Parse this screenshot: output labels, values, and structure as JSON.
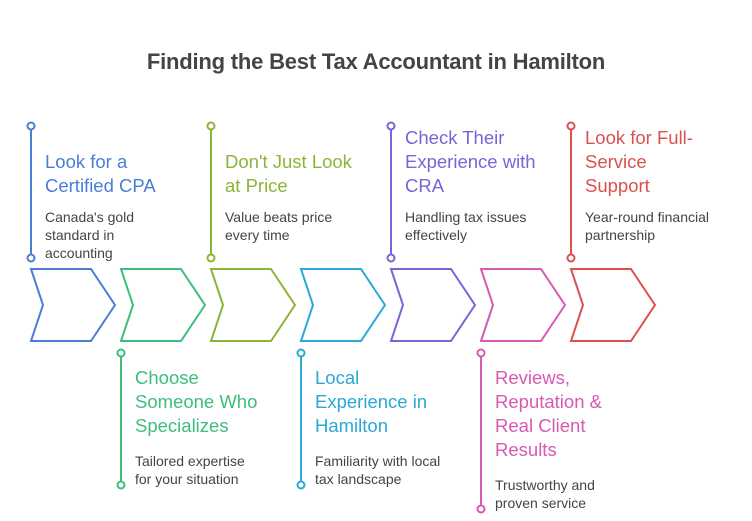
{
  "title": "Finding the Best Tax Accountant in Hamilton",
  "steps": [
    {
      "heading": "Look for a\nCertified CPA",
      "description": "Canada's gold\nstandard in\naccounting",
      "color": "#4A7ED6",
      "position": "top"
    },
    {
      "heading": "Choose\nSomeone Who\nSpecializes",
      "description": "Tailored expertise\nfor your situation",
      "color": "#3DBE7D",
      "position": "bottom"
    },
    {
      "heading": "Don't Just Look\nat Price",
      "description": "Value beats price\nevery time",
      "color": "#8DB43A",
      "position": "top"
    },
    {
      "heading": "Local\nExperience in\nHamilton",
      "description": "Familiarity with local\ntax landscape",
      "color": "#2BA8D4",
      "position": "bottom"
    },
    {
      "heading": "Check Their\nExperience with\nCRA",
      "description": "Handling tax issues\neffectively",
      "color": "#7B63D8",
      "position": "top"
    },
    {
      "heading": "Reviews,\nReputation &\nReal Client\nResults",
      "description": "Trustworthy and\nproven service",
      "color": "#D75AB0",
      "position": "bottom"
    },
    {
      "heading": "Look for Full-\nService\nSupport",
      "description": "Year-round financial\npartnership",
      "color": "#DB5050",
      "position": "top"
    }
  ]
}
